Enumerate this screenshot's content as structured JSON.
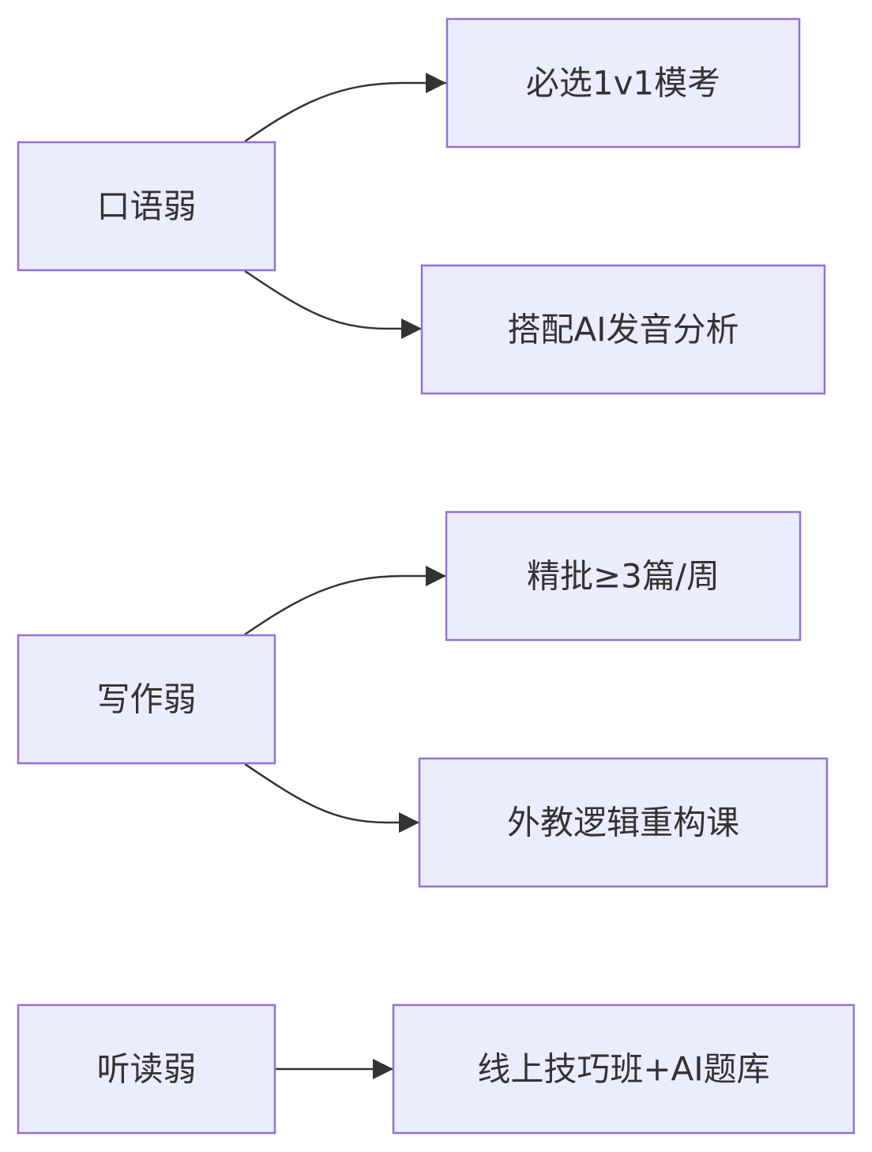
{
  "nodes": {
    "speaking_weak": "口语弱",
    "mock_1v1": "必选1v1模考",
    "ai_pronunciation": "搭配AI发音分析",
    "writing_weak": "写作弱",
    "fine_correction": "精批≥3篇/周",
    "foreign_logic": "外教逻辑重构课",
    "listening_reading_weak": "听读弱",
    "online_skills": "线上技巧班+AI题库"
  },
  "edges": [
    {
      "from": "speaking_weak",
      "to": "mock_1v1"
    },
    {
      "from": "speaking_weak",
      "to": "ai_pronunciation"
    },
    {
      "from": "writing_weak",
      "to": "fine_correction"
    },
    {
      "from": "writing_weak",
      "to": "foreign_logic"
    },
    {
      "from": "listening_reading_weak",
      "to": "online_skills"
    }
  ],
  "colors": {
    "node_fill": "#ECECFF",
    "node_stroke": "#9370DB",
    "edge": "#333333",
    "text": "#333333"
  }
}
